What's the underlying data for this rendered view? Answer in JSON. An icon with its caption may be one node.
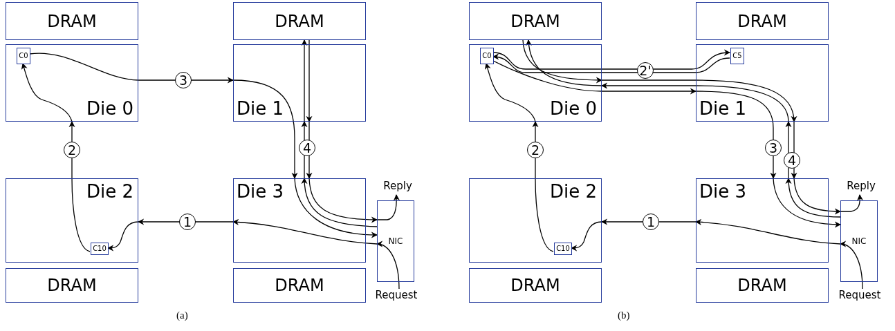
{
  "diagram": {
    "nodes": [
      {
        "text": [
          "DRAM"
        ]
      },
      {
        "text": [
          "DRAM"
        ]
      },
      {
        "text": [
          "Die 0"
        ]
      },
      {
        "text": [
          "C0"
        ],
        "in": 2
      },
      {
        "text": [
          "Die 1"
        ]
      },
      {
        "text": [
          "Die 2"
        ]
      },
      {
        "text": [
          "C10"
        ],
        "in": 5
      },
      {
        "text": [
          "Die 3"
        ]
      },
      {
        "text": [
          "NIC"
        ]
      },
      {
        "text": [
          "DRAM"
        ]
      },
      {
        "text": [
          "DRAM"
        ]
      },
      {
        "text": [
          "Reply"
        ]
      },
      {
        "text": [
          "Request"
        ]
      },
      {
        "text": [
          "DRAM"
        ]
      },
      {
        "text": [
          "DRAM"
        ]
      },
      {
        "text": [
          "Die 0"
        ]
      },
      {
        "text": [
          "C0"
        ],
        "in": 15
      },
      {
        "text": [
          "Die 1"
        ]
      },
      {
        "text": [
          "C5"
        ],
        "in": 17
      },
      {
        "text": [
          "Die 2"
        ]
      },
      {
        "text": [
          "C10"
        ],
        "in": 19
      },
      {
        "text": [
          "Die 3"
        ]
      },
      {
        "text": [
          "NIC"
        ]
      },
      {
        "text": [
          "DRAM"
        ]
      },
      {
        "text": [
          "DRAM"
        ]
      },
      {
        "text": [
          "Reply"
        ]
      },
      {
        "text": [
          "Request"
        ]
      }
    ],
    "edges": [
      {
        "from": 12,
        "to": 8,
        "arrow": "to"
      },
      {
        "from": 8,
        "to": 7,
        "arrow": "to"
      },
      {
        "from": 7,
        "to": 5,
        "arrow": "to",
        "label": "1"
      },
      {
        "from": 5,
        "to": 6,
        "arrow": "to"
      },
      {
        "from": 6,
        "to": 2,
        "arrow": "to",
        "label": "2"
      },
      {
        "from": 2,
        "to": 3,
        "arrow": "to"
      },
      {
        "from": 3,
        "to": 4,
        "arrow": "to",
        "label": "3"
      },
      {
        "from": 4,
        "to": 7,
        "arrow": "to"
      },
      {
        "from": 7,
        "to": 8,
        "arrow": "to"
      },
      {
        "from": 8,
        "to": 7,
        "arrow": "to"
      },
      {
        "from": 7,
        "to": 4,
        "arrow": "to",
        "label": "4"
      },
      {
        "from": 4,
        "to": 1,
        "arrow": "to"
      },
      {
        "from": 1,
        "to": 4,
        "arrow": "to"
      },
      {
        "from": 4,
        "to": 7,
        "arrow": "to"
      },
      {
        "from": 7,
        "to": 8,
        "arrow": "to"
      },
      {
        "from": 8,
        "to": 11,
        "arrow": "to"
      },
      {
        "from": 26,
        "to": 22,
        "arrow": "to"
      },
      {
        "from": 22,
        "to": 21,
        "arrow": "to"
      },
      {
        "from": 21,
        "to": 19,
        "arrow": "to",
        "label": "1"
      },
      {
        "from": 19,
        "to": 20,
        "arrow": "to"
      },
      {
        "from": 20,
        "to": 15,
        "arrow": "to",
        "label": "2"
      },
      {
        "from": 15,
        "to": 16,
        "arrow": "to"
      },
      {
        "from": 16,
        "to": 18,
        "arrow": "to",
        "label": "2'"
      },
      {
        "from": 18,
        "to": 16,
        "arrow": "to"
      },
      {
        "from": 16,
        "to": 17,
        "arrow": "to"
      },
      {
        "from": 17,
        "to": 21,
        "arrow": "to",
        "label": "3"
      },
      {
        "from": 21,
        "to": 22,
        "arrow": "to"
      },
      {
        "from": 22,
        "to": 21,
        "arrow": "to"
      },
      {
        "from": 21,
        "to": 17,
        "arrow": "to",
        "label": "4"
      },
      {
        "from": 17,
        "to": 15,
        "arrow": "to"
      },
      {
        "from": 15,
        "to": 13,
        "arrow": "to"
      },
      {
        "from": 13,
        "to": 15,
        "arrow": "to"
      },
      {
        "from": 15,
        "to": 17,
        "arrow": "to"
      },
      {
        "from": 17,
        "to": 21,
        "arrow": "to"
      },
      {
        "from": 21,
        "to": 22,
        "arrow": "to"
      },
      {
        "from": 22,
        "to": 25,
        "arrow": "to"
      }
    ],
    "labels": [
      "(a)",
      "(b)"
    ]
  }
}
